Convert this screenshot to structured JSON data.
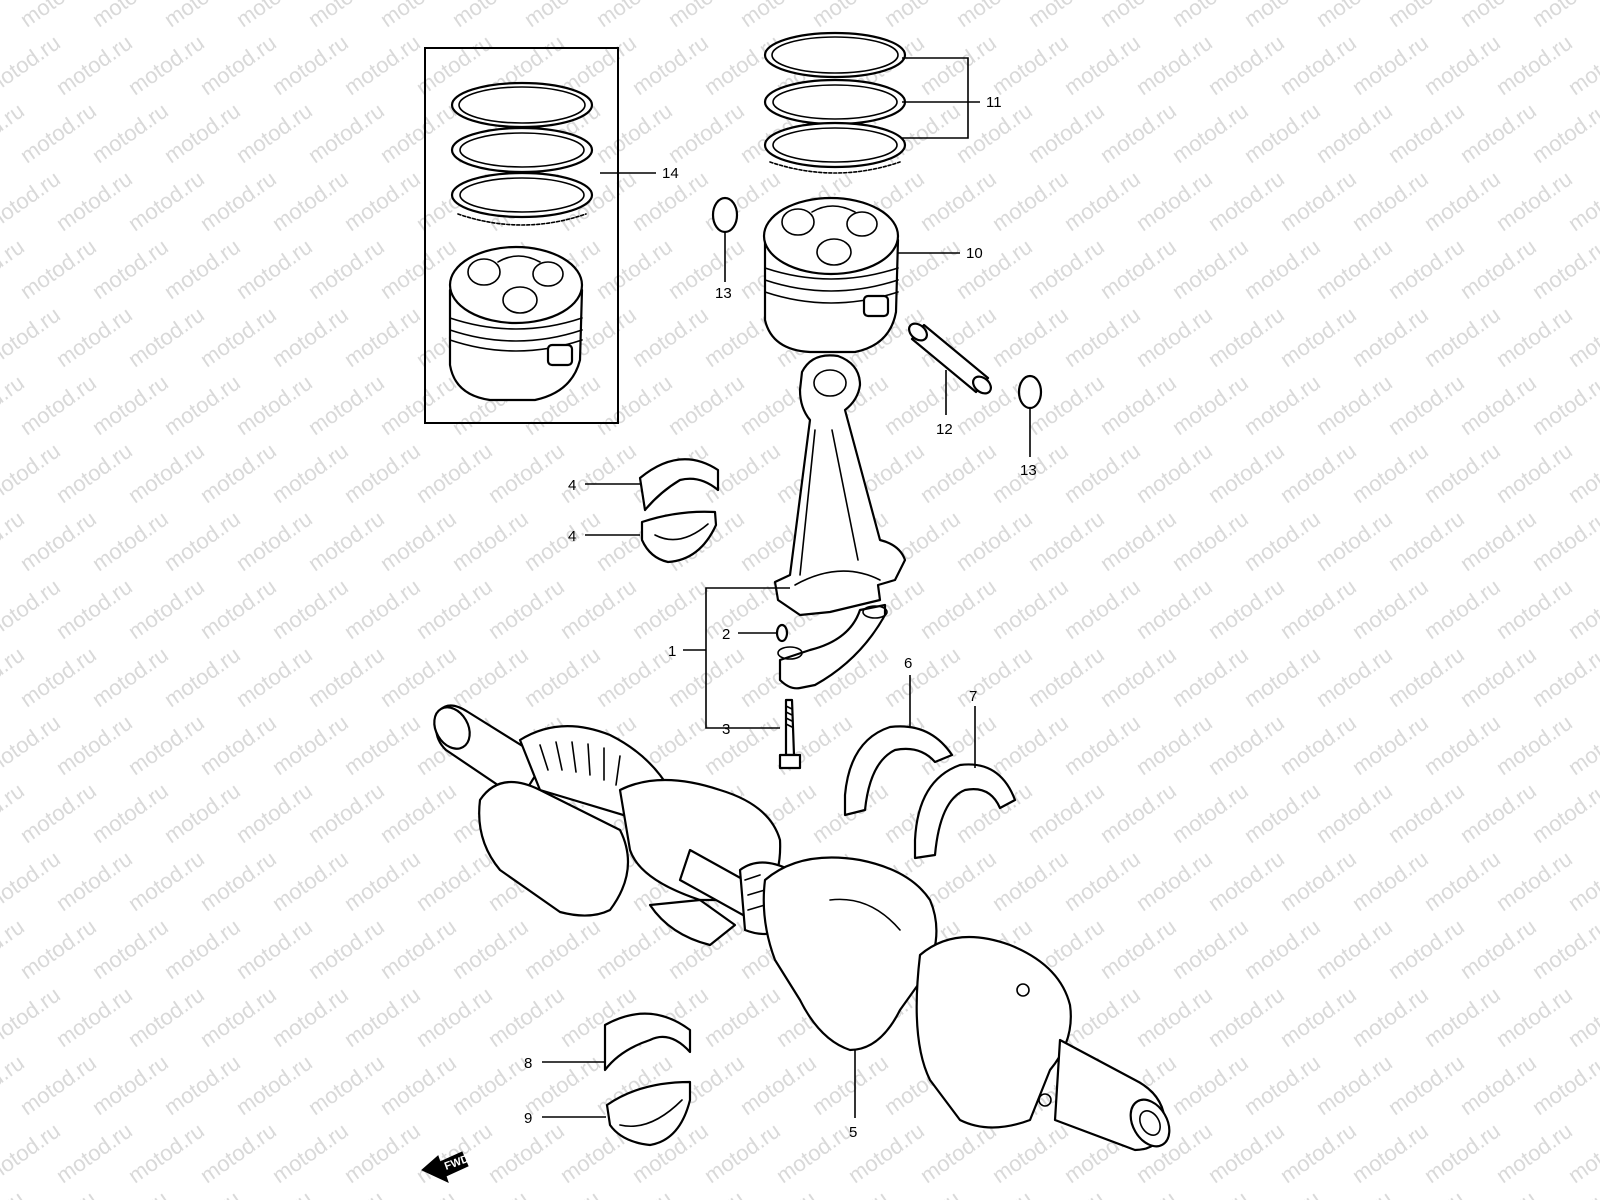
{
  "watermark": {
    "text": "motod.ru",
    "color": "#d9d9d9"
  },
  "callouts": {
    "c1": "1",
    "c2": "2",
    "c3": "3",
    "c4a": "4",
    "c4b": "4",
    "c5": "5",
    "c6": "6",
    "c7": "7",
    "c8": "8",
    "c9": "9",
    "c10": "10",
    "c11": "11",
    "c12": "12",
    "c13a": "13",
    "c13b": "13",
    "c14": "14"
  },
  "fwd_label": "FWD"
}
